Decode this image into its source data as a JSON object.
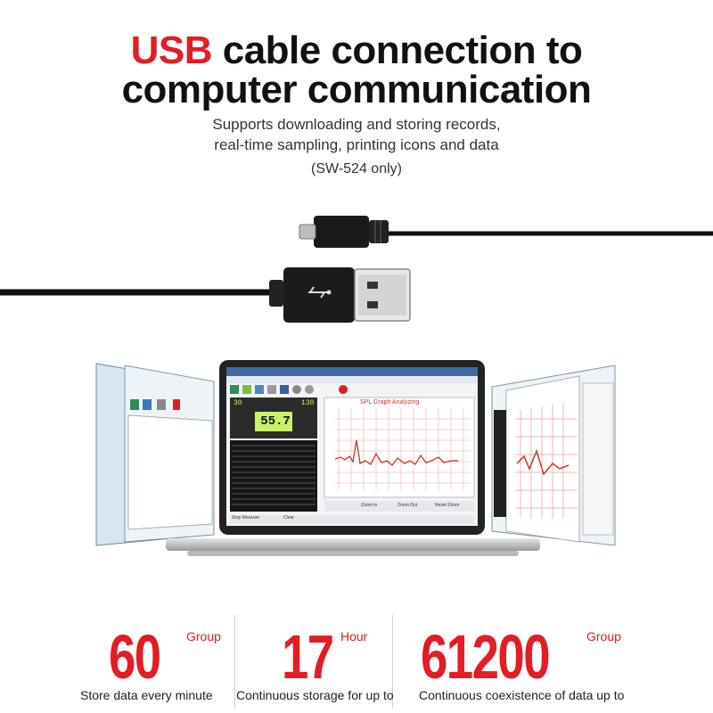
{
  "headline": {
    "accent": "USB",
    "line1_rest": " cable connection to",
    "line2": "computer communication"
  },
  "subtitle": {
    "line1": "Supports downloading and storing records,",
    "line2": "real-time sampling, printing icons and data",
    "line3": "(SW-524 only)"
  },
  "software": {
    "meter_reading": "55.7",
    "meter_top_left": "30",
    "meter_top_right": "130",
    "graph_title": "SPL Graph Analyzing",
    "buttons": [
      "Stop Measure",
      "Clear",
      "Zoom In",
      "Zoom Out",
      "Reset Zoom"
    ]
  },
  "stats": [
    {
      "number": "60",
      "unit": "Group",
      "caption": "Store data every minute"
    },
    {
      "number": "17",
      "unit": "Hour",
      "caption": "Continuous storage for up to"
    },
    {
      "number": "61200",
      "unit": "Group",
      "caption": "Continuous coexistence of data up to"
    }
  ],
  "colors": {
    "accent": "#e41c23",
    "text": "#111111"
  }
}
